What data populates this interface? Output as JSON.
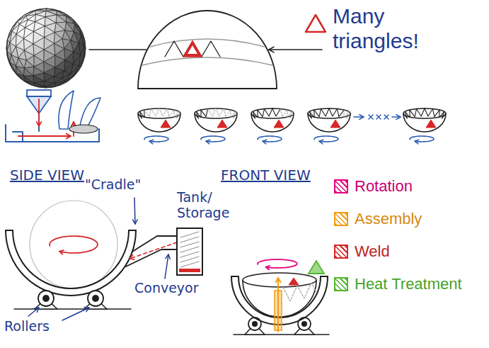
{
  "diagram": {
    "labels": [
      "Many triangles!",
      "SIDE VIEW",
      "\"Cradle\"",
      "Conveyor",
      "Tank/ Storage",
      "Rollers",
      "FRONT VIEW"
    ],
    "legend": [
      {
        "text": "Rotation",
        "color": "#e6007e"
      },
      {
        "text": "Assembly",
        "color": "#f39c12"
      },
      {
        "text": "Weld",
        "color": "#d62828"
      },
      {
        "text": "Heat Treatment",
        "color": "#52b82e"
      }
    ]
  }
}
